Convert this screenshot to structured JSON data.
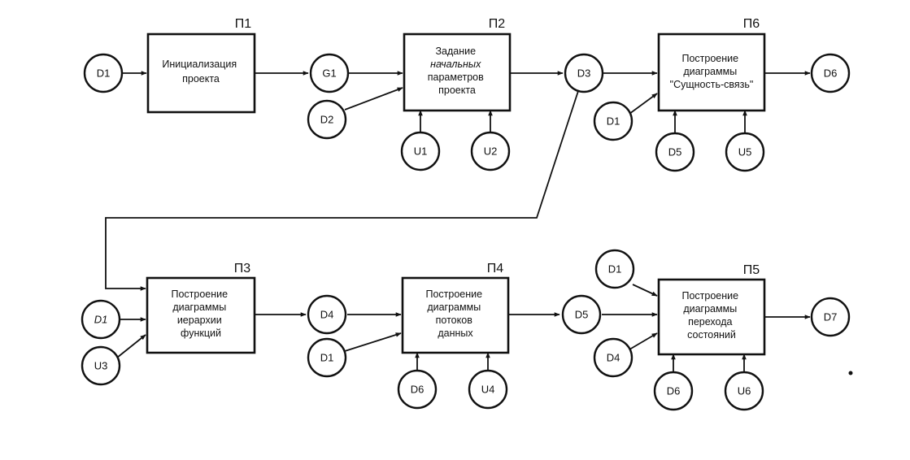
{
  "processes": [
    {
      "id": "P1",
      "label": "П1",
      "text": [
        "Инициализация",
        "проекта"
      ]
    },
    {
      "id": "P2",
      "label": "П2",
      "text": [
        "Задание",
        "начальных",
        "параметров",
        "проекта"
      ]
    },
    {
      "id": "P6",
      "label": "П6",
      "text": [
        "Построение",
        "диаграммы",
        "\"Сущность-связь\""
      ]
    },
    {
      "id": "P3",
      "label": "П3",
      "text": [
        "Построение",
        "диаграммы",
        "иерархии",
        "функций"
      ]
    },
    {
      "id": "P4",
      "label": "П4",
      "text": [
        "Построение",
        "диаграммы",
        "потоков",
        "данных"
      ]
    },
    {
      "id": "P5",
      "label": "П5",
      "text": [
        "Построение",
        "диаграммы",
        "перехода",
        "состояний"
      ]
    }
  ],
  "nodes": [
    {
      "id": "n1",
      "label": "D1"
    },
    {
      "id": "n2",
      "label": "G1"
    },
    {
      "id": "n3",
      "label": "D2"
    },
    {
      "id": "n4",
      "label": "U1"
    },
    {
      "id": "n5",
      "label": "U2"
    },
    {
      "id": "n6",
      "label": "D3"
    },
    {
      "id": "n7",
      "label": "D1"
    },
    {
      "id": "n8",
      "label": "D5"
    },
    {
      "id": "n9",
      "label": "U5"
    },
    {
      "id": "n10",
      "label": "D6"
    },
    {
      "id": "n11",
      "label": "D1"
    },
    {
      "id": "n12",
      "label": "U3"
    },
    {
      "id": "n13",
      "label": "D4"
    },
    {
      "id": "n14",
      "label": "D1"
    },
    {
      "id": "n15",
      "label": "D6"
    },
    {
      "id": "n16",
      "label": "U4"
    },
    {
      "id": "n17",
      "label": "D5"
    },
    {
      "id": "n18",
      "label": "D1"
    },
    {
      "id": "n19",
      "label": "D4"
    },
    {
      "id": "n20",
      "label": "D6"
    },
    {
      "id": "n21",
      "label": "U6"
    },
    {
      "id": "n22",
      "label": "D7"
    }
  ]
}
